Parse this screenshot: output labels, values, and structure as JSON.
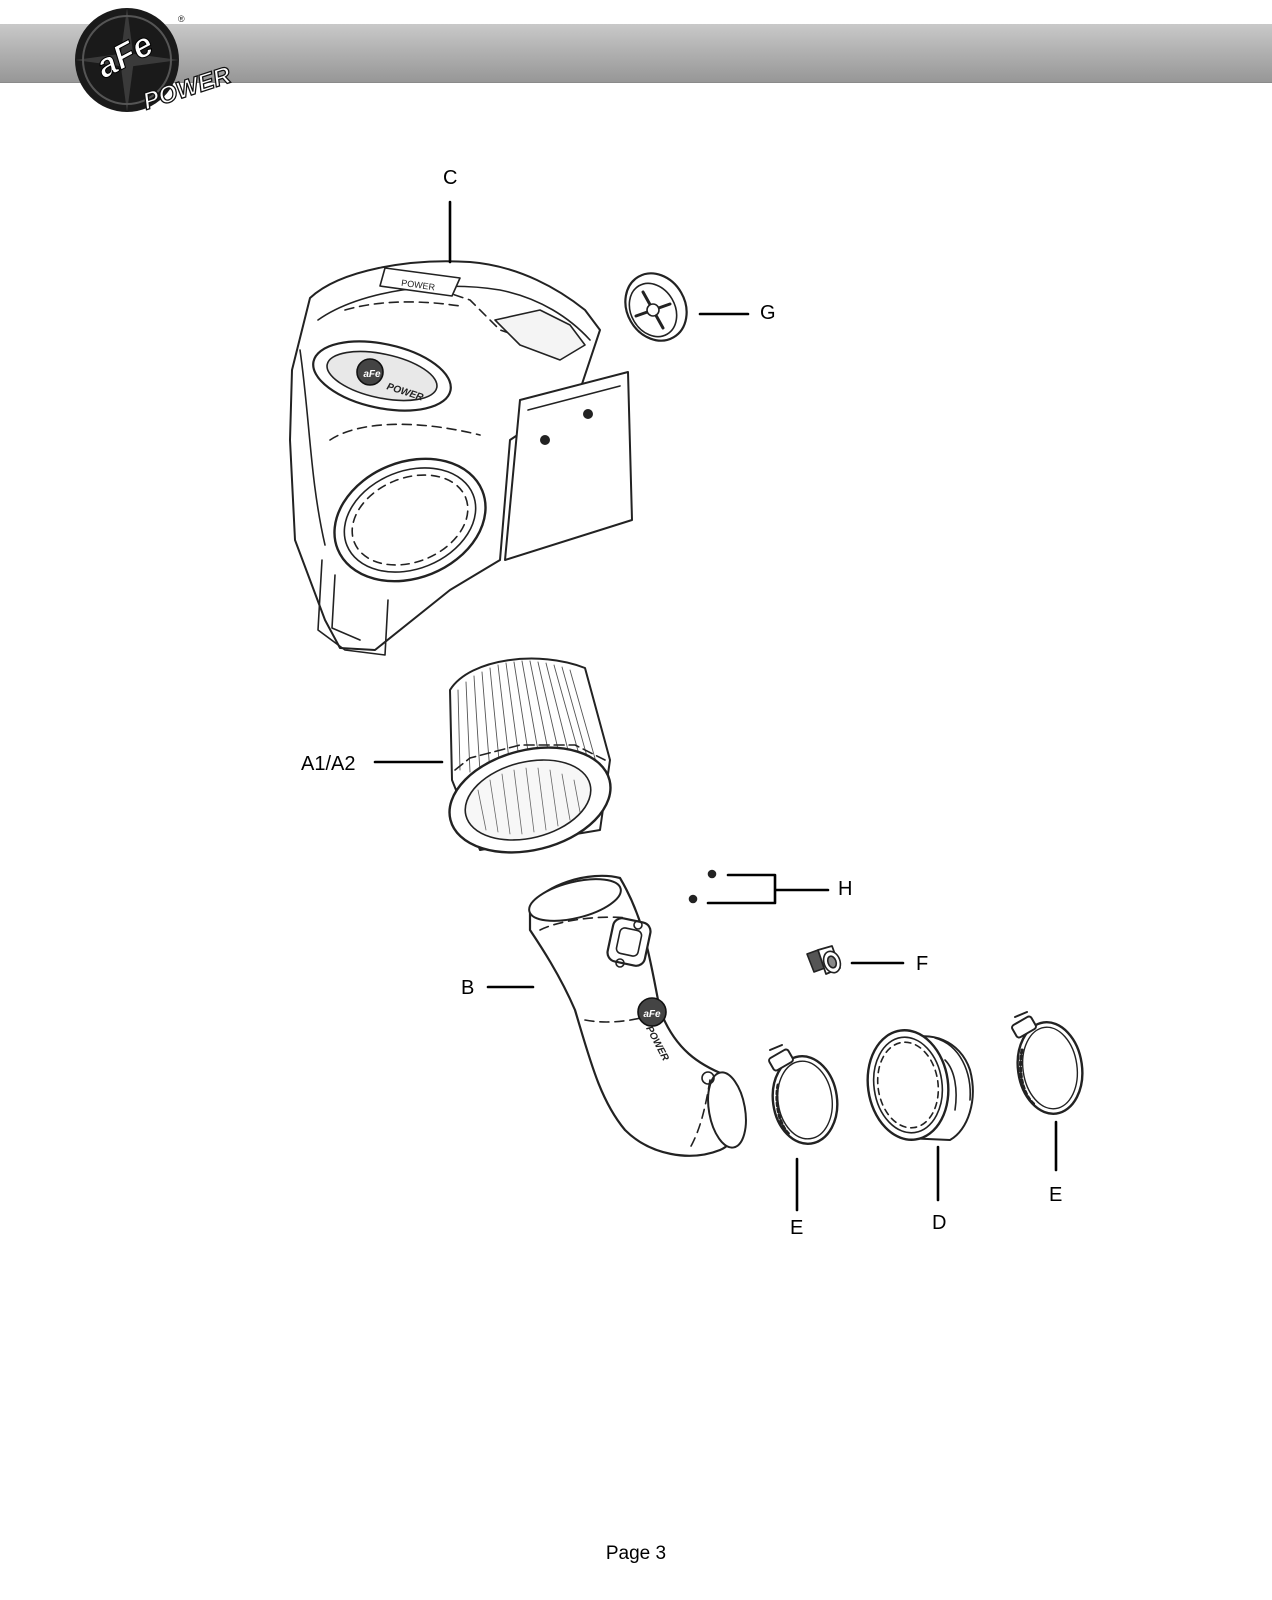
{
  "brand": {
    "logo_text": "aFe",
    "logo_subtext": "POWER",
    "logo_registered": "®",
    "colors": {
      "header_bar": "#b2b2b2",
      "logo_dark": "#1a1a1a",
      "line_art": "#222222"
    }
  },
  "callouts": {
    "c": "C",
    "g": "G",
    "a": "A1/A2",
    "h": "H",
    "f": "F",
    "b": "B",
    "e_left": "E",
    "d": "D",
    "e_right": "E"
  },
  "part_markings": {
    "housing_badge_text": "aFe",
    "housing_badge_subtext": "POWER",
    "tube_logo_text": "aFe",
    "tube_logo_subtext": "POWER"
  },
  "footer": {
    "page": "Page 3"
  }
}
